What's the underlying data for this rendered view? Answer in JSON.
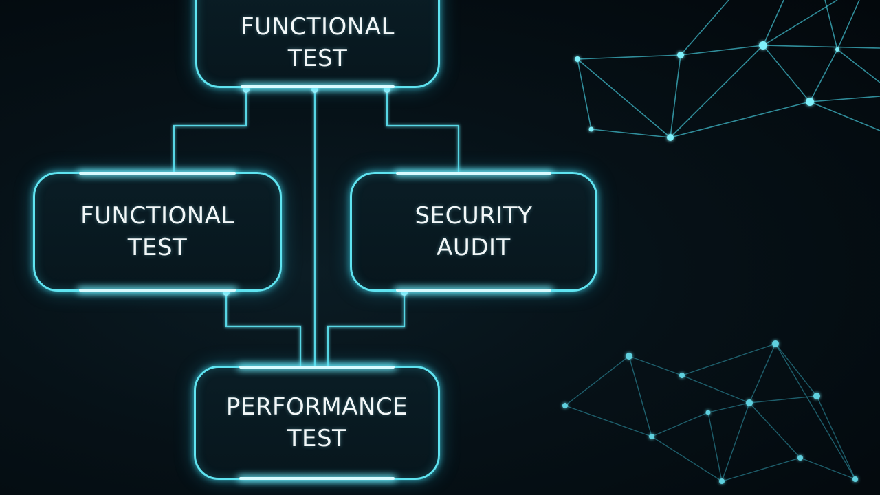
{
  "diagram": {
    "nodes": {
      "top": "FUNCTIONAL\nTEST",
      "left": "FUNCTIONAL\nTEST",
      "right": "SECURITY\nAUDIT",
      "bottom": "PERFORMANCE\nTEST"
    },
    "edges": [
      {
        "from": "top",
        "to": "left"
      },
      {
        "from": "top",
        "to": "right"
      },
      {
        "from": "top",
        "to": "bottom"
      },
      {
        "from": "left",
        "to": "bottom"
      },
      {
        "from": "right",
        "to": "bottom"
      }
    ]
  },
  "colors": {
    "background": "#03090d",
    "accent": "#5fe3f0",
    "text": "#f2f7f8"
  }
}
